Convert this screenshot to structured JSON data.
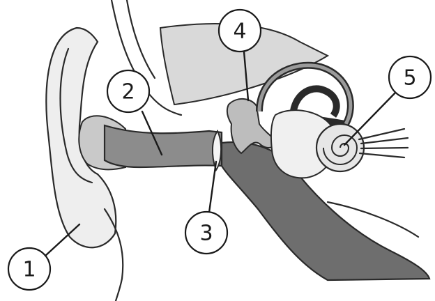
{
  "callouts": [
    {
      "id": "1",
      "label": "1"
    },
    {
      "id": "2",
      "label": "2"
    },
    {
      "id": "3",
      "label": "3"
    },
    {
      "id": "4",
      "label": "4"
    },
    {
      "id": "5",
      "label": "5"
    }
  ],
  "colors": {
    "background": "#ffffff",
    "outline": "#2a2a2a",
    "light_fill": "#d9d9d9",
    "mid_fill": "#8c8c8c",
    "dark_fill": "#5a5a5a",
    "skin_fill": "#e8e8e8"
  }
}
